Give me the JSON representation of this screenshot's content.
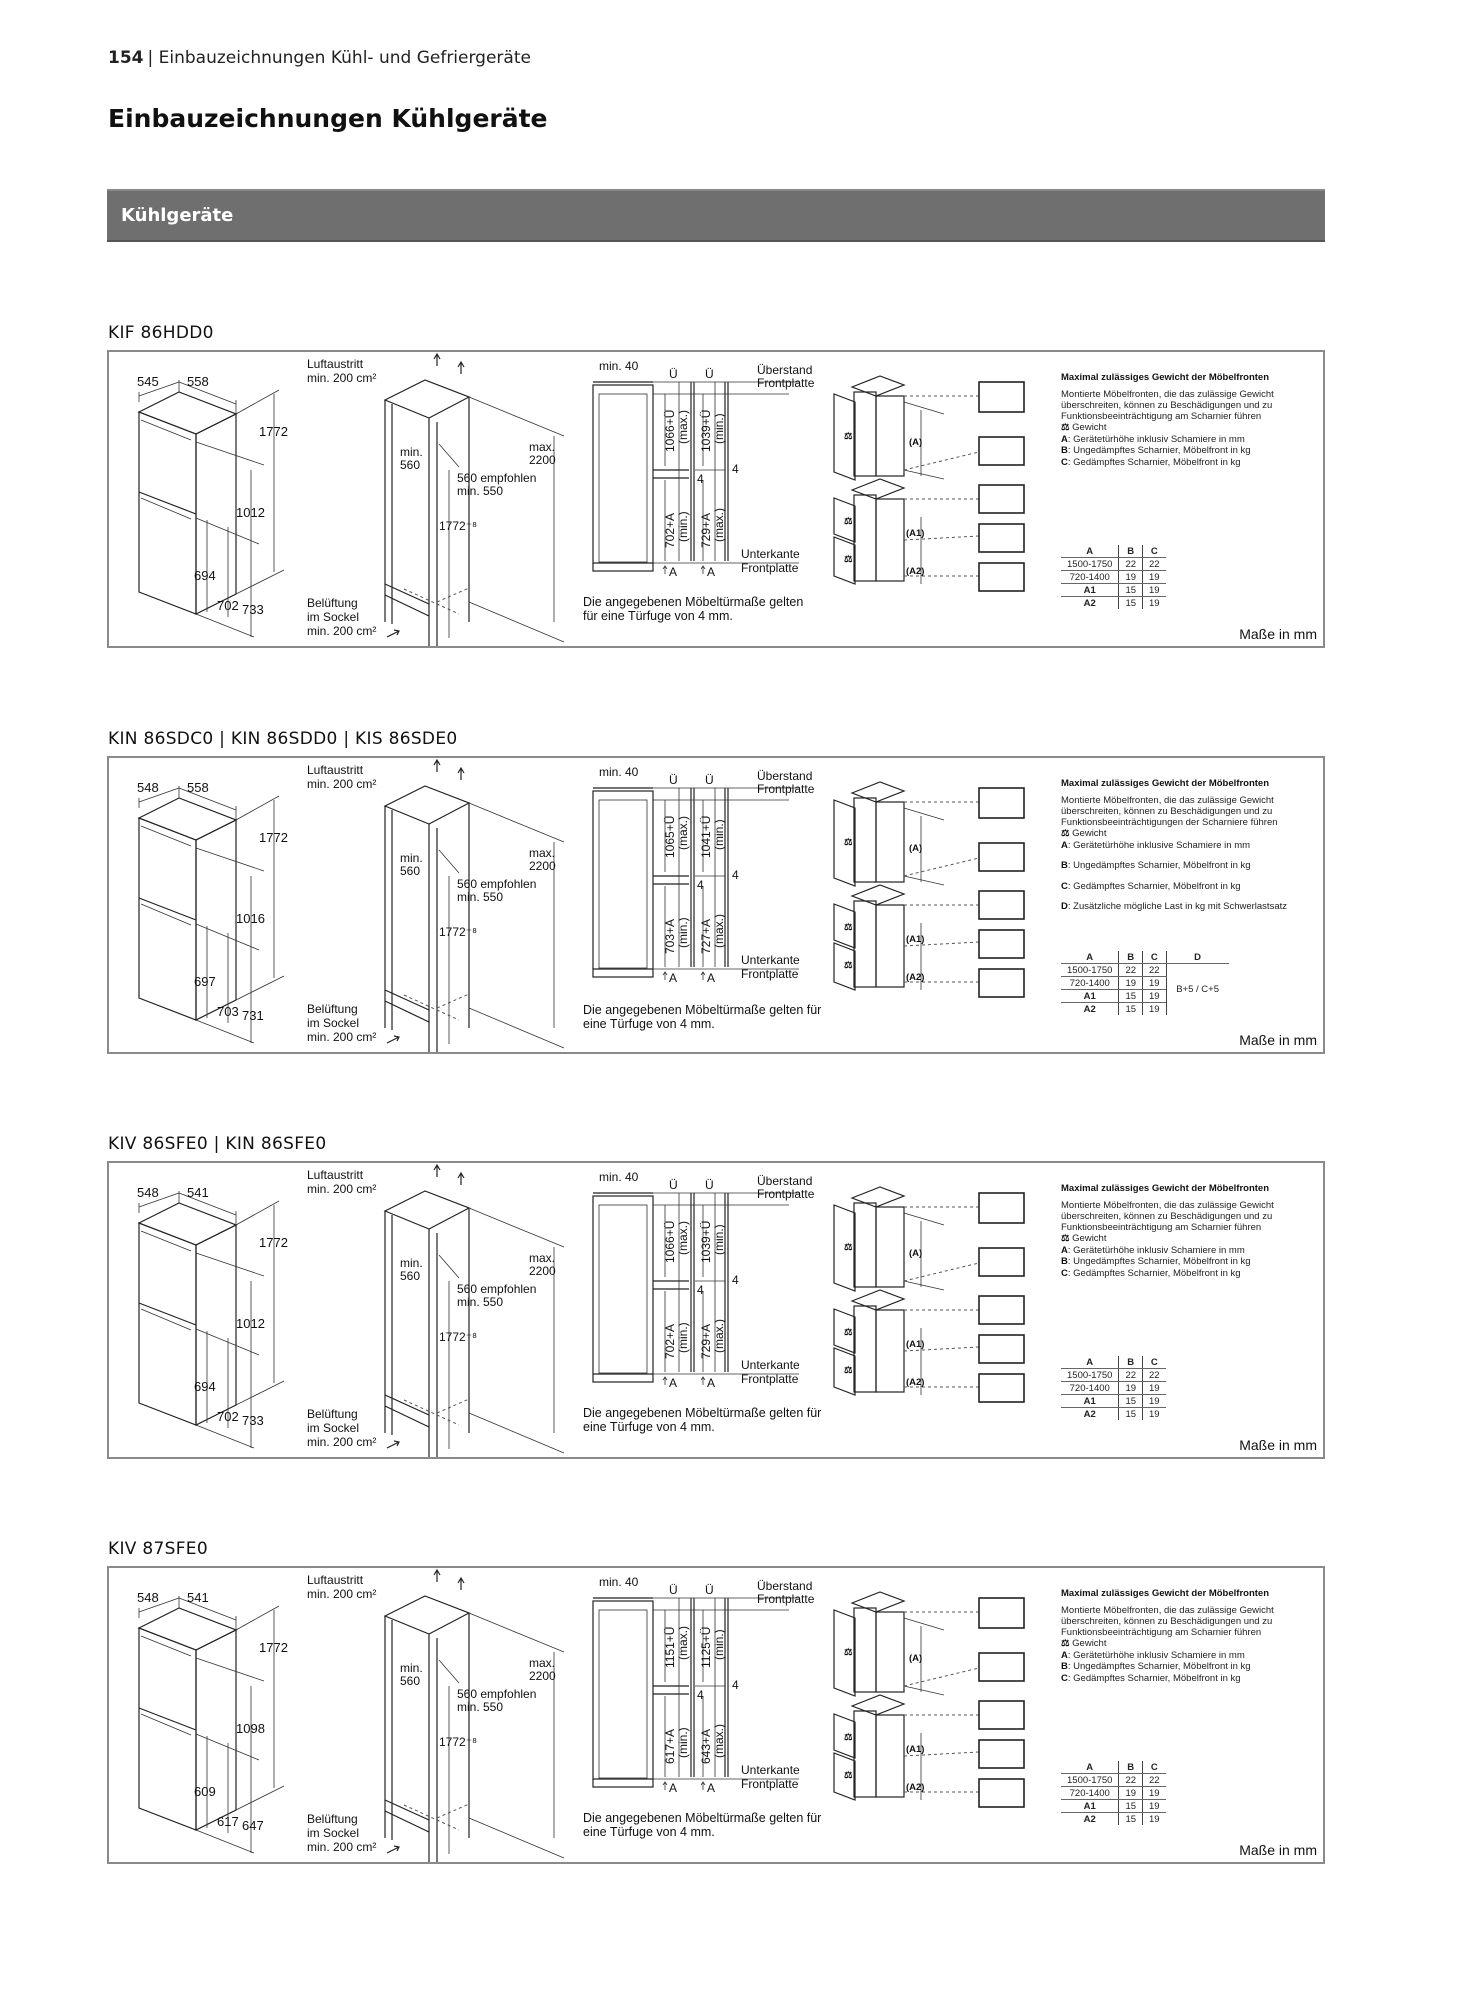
{
  "header": {
    "page_number": "154",
    "running_title": "Einbauzeichnungen Kühl- und Gefriergeräte",
    "page_title": "Einbauzeichnungen Kühlgeräte",
    "section_label": "Kühlgeräte"
  },
  "common": {
    "air_outlet": [
      "Luftaustritt",
      "min. 200 cm²"
    ],
    "ventilation": [
      "Belüftung",
      "im Sockel",
      "min. 200 cm²"
    ],
    "niche_width_min": [
      "min.",
      "560"
    ],
    "niche_depth": [
      "560 empfohlen",
      "min. 550"
    ],
    "niche_height": "1772⁺⁸",
    "max_height": [
      "max.",
      "2200"
    ],
    "min_40": "min. 40",
    "u_mark": "Ü",
    "overhang": [
      "Überstand",
      "Frontplatte"
    ],
    "lower_edge": [
      "Unterkante",
      "Frontplatte"
    ],
    "gap": "4",
    "a_mark": "A",
    "units": "Maße in mm",
    "weight_title": "Maximal zulässiges Gewicht der Möbelfronten",
    "weight_desc": "Montierte Möbelfronten, die das zulässige Gewicht überschreiten, können zu Beschädigungen und zu Funktionsbeeinträchtigung am Scharnier führen",
    "weight_desc_alt": "Montierte Möbelfronten, die das zulässige Gewicht überschreiten, können zu Beschädigungen und zu Funktionsbeeinträchtigungen der Scharniere führen",
    "legend": {
      "weight": "Gewicht",
      "a": "Gerätetürhöhe inklusiv Schamiere in mm",
      "a_alt": "Gerätetürhöhe inklusive Schamiere in mm",
      "b": "Ungedämpftes Scharnier, Möbelfront in kg",
      "c": "Gedämpftes Scharnier, Möbelfront in kg",
      "d": "Zusätzliche mögliche Last in kg mit Schwerlastsatz"
    },
    "hinge_labels": {
      "a": "(A)",
      "a1": "(A1)",
      "a2": "(A2)"
    },
    "weight_table": {
      "headers": [
        "A",
        "B",
        "C"
      ],
      "rows": [
        [
          "1500-1750",
          "22",
          "22"
        ],
        [
          "720-1400",
          "19",
          "19"
        ],
        [
          "A1",
          "15",
          "19"
        ],
        [
          "A2",
          "15",
          "19"
        ]
      ]
    }
  },
  "models": [
    {
      "title": "KIF 86HDD0",
      "depth": "545",
      "width": "558",
      "height": "1772",
      "upper": "1012",
      "lower_inner": "694",
      "lower_mid": "702",
      "lower_outer": "733",
      "door_top_max": "1066+Ü",
      "door_top_min": "1039+Ü",
      "door_bot_min": "702+A",
      "door_bot_max": "729+A",
      "note": [
        "Die angegebenen Möbeltürmaße gelten",
        "für eine Türfuge von 4 mm."
      ],
      "has_d": false
    },
    {
      "title": "KIN 86SDC0 | KIN 86SDD0 | KIS 86SDE0",
      "depth": "548",
      "width": "558",
      "height": "1772",
      "upper": "1016",
      "lower_inner": "697",
      "lower_mid": "703",
      "lower_outer": "731",
      "door_top_max": "1065+Ü",
      "door_top_min": "1041+Ü",
      "door_bot_min": "703+A",
      "door_bot_max": "727+A",
      "note": [
        "Die angegebenen Möbeltürmaße gelten für",
        "eine Türfuge von 4 mm."
      ],
      "has_d": true,
      "d_header": "D",
      "d_value": "B+5 / C+5"
    },
    {
      "title": "KIV 86SFE0 | KIN 86SFE0",
      "depth": "548",
      "width": "541",
      "height": "1772",
      "upper": "1012",
      "lower_inner": "694",
      "lower_mid": "702",
      "lower_outer": "733",
      "door_top_max": "1066+Ü",
      "door_top_min": "1039+Ü",
      "door_bot_min": "702+A",
      "door_bot_max": "729+A",
      "note": [
        "Die angegebenen Möbeltürmaße gelten für",
        "eine Türfuge von 4 mm."
      ],
      "has_d": false
    },
    {
      "title": "KIV 87SFE0",
      "depth": "548",
      "width": "541",
      "height": "1772",
      "upper": "1098",
      "lower_inner": "609",
      "lower_mid": "617",
      "lower_outer": "647",
      "door_top_max": "1151+Ü",
      "door_top_min": "1125+Ü",
      "door_bot_min": "617+A",
      "door_bot_max": "643+A",
      "note": [
        "Die angegebenen Möbeltürmaße gelten für",
        "eine Türfuge von 4 mm."
      ],
      "has_d": false
    }
  ]
}
